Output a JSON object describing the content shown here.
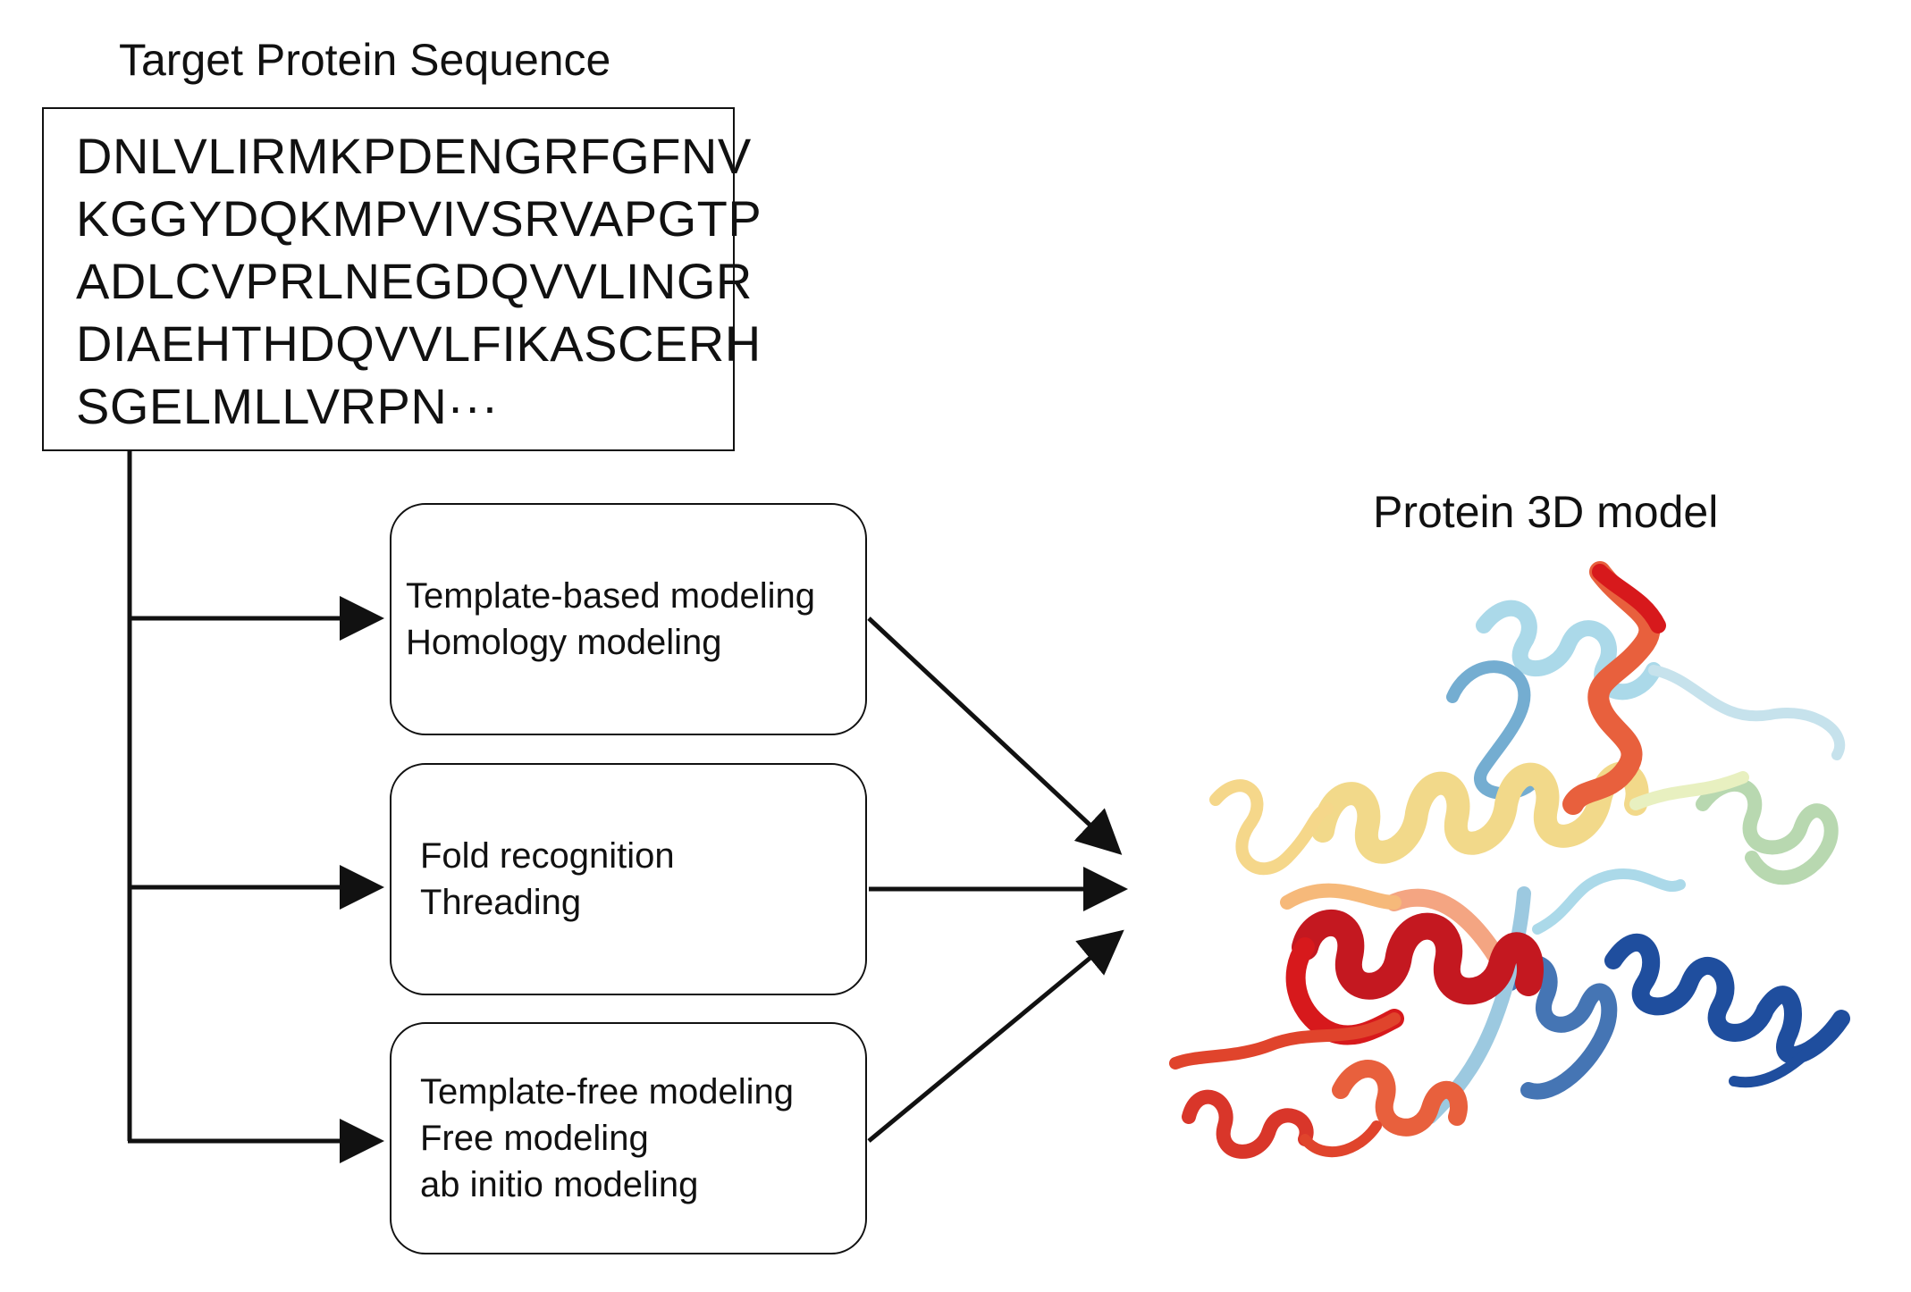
{
  "sequence": {
    "title": "Target Protein Sequence",
    "lines": [
      "DNLVLIRMKPDENGRFGFNV",
      "KGGYDQKMPVIVSRVAPGTP",
      "ADLCVPRLNEGDQVVLINGR",
      "DIAEHTHDQVVLFIKASCERH",
      "SGELMLLVRPN···"
    ]
  },
  "methods": [
    {
      "lines": [
        "Template-based modeling",
        "Homology modeling"
      ]
    },
    {
      "lines": [
        "Fold recognition",
        "Threading"
      ]
    },
    {
      "lines": [
        "Template-free modeling",
        "Free modeling",
        "ab initio modeling"
      ]
    }
  ],
  "model": {
    "title": "Protein 3D model",
    "color_scale": [
      "#d7191c",
      "#e8603d",
      "#f4a582",
      "#f5d78a",
      "#e8f0c0",
      "#abd9e9",
      "#74add1",
      "#4575b4",
      "#1f4e9e"
    ]
  }
}
